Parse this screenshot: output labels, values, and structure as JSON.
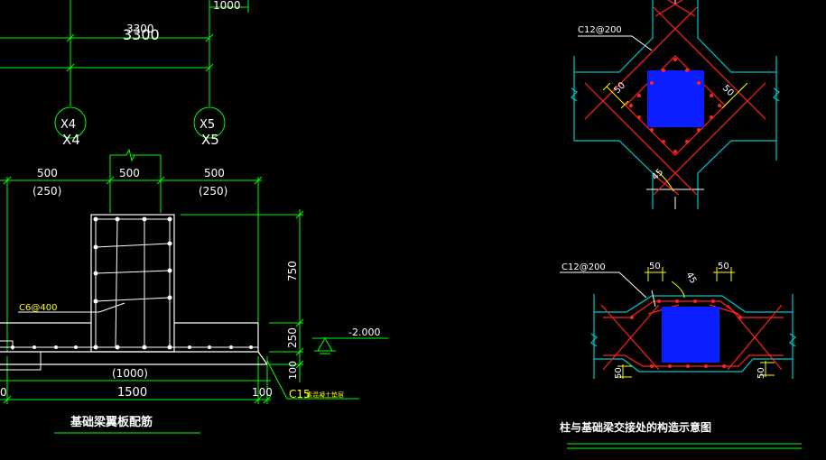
{
  "colors": {
    "background": "#000000",
    "green": "#00ff00",
    "white": "#ffffff",
    "cyan": "#00c8c8",
    "red": "#ff2020",
    "yellow": "#ffff00",
    "blue": "#0a1eff",
    "magenta": "#ff00ff"
  },
  "dimensions_top": {
    "top_small": "1000",
    "overlap_a": "3300",
    "overlap_b": "3300"
  },
  "axes": {
    "x4_a": "X4",
    "x4_b": "X4",
    "x5_a": "X5",
    "x5_b": "X5"
  },
  "section": {
    "left_width": "500",
    "left_width_paren": "(250)",
    "mid_width": "500",
    "right_width": "500",
    "right_width_paren": "(250)",
    "beam_height": "750",
    "slab_height": "250",
    "cushion_height": "100",
    "elevation": "-2.000",
    "stirrup_label": "C6@400",
    "bottom_inner": "(1000)",
    "bottom_total": "1500",
    "bottom_left": "0",
    "bottom_right": "100",
    "concrete_label": "C15",
    "concrete_note": "素混凝土垫层",
    "caption": "基础梁翼板配筋"
  },
  "detail_top": {
    "rebar_label": "C12@200",
    "dim_left": "50",
    "dim_right": "50",
    "dim_angle": "45"
  },
  "detail_bottom": {
    "rebar_label": "C12@200",
    "dim_top_left": "50",
    "dim_top_right": "50",
    "dim_angle": "45",
    "dim_bottom_left": "50",
    "dim_bottom_right": "50"
  },
  "right_caption": "柱与基础梁交接处的构造示意图"
}
